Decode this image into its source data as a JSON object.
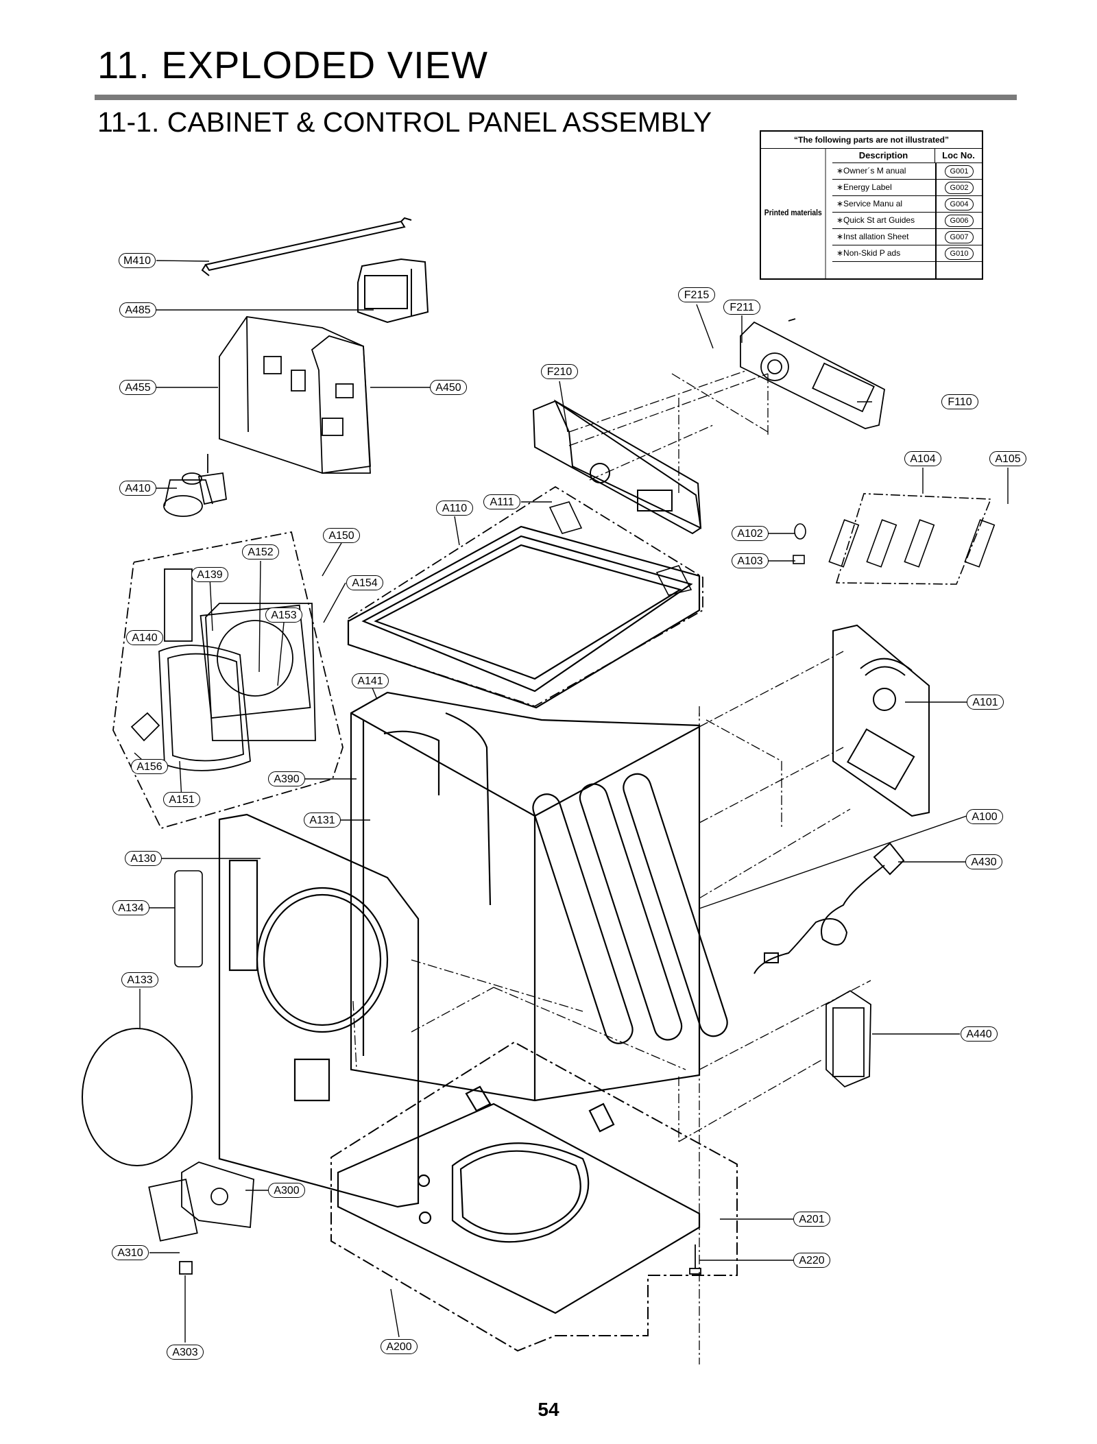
{
  "page": {
    "title": "11. EXPLODED VIEW",
    "subtitle": "11-1. CABINET  & CONTROL PANEL ASSEMBLY",
    "page_number": "54"
  },
  "parts_table": {
    "heading": "“The following parts are not illustrated”",
    "category": "Printed materials",
    "col_description": "Description",
    "col_loc": "Loc No.",
    "rows": [
      {
        "desc": "∗Owner´s M anual",
        "loc": "G001"
      },
      {
        "desc": "∗Energy Label",
        "loc": "G002"
      },
      {
        "desc": "∗Service Manu al",
        "loc": "G004"
      },
      {
        "desc": "∗Quick St art Guides",
        "loc": "G006"
      },
      {
        "desc": "∗Inst allation Sheet",
        "loc": "G007"
      },
      {
        "desc": "∗Non-Skid P  ads",
        "loc": "G010"
      }
    ]
  },
  "callouts": [
    "M410",
    "A485",
    "A455",
    "A450",
    "A410",
    "F215",
    "F211",
    "F210",
    "F110",
    "A104",
    "A105",
    "A110",
    "A111",
    "A102",
    "A103",
    "A150",
    "A152",
    "A139",
    "A154",
    "A153",
    "A140",
    "A141",
    "A101",
    "A156",
    "A151",
    "A390",
    "A131",
    "A100",
    "A130",
    "A430",
    "A134",
    "A133",
    "A440",
    "A300",
    "A201",
    "A310",
    "A220",
    "A303",
    "A200"
  ]
}
